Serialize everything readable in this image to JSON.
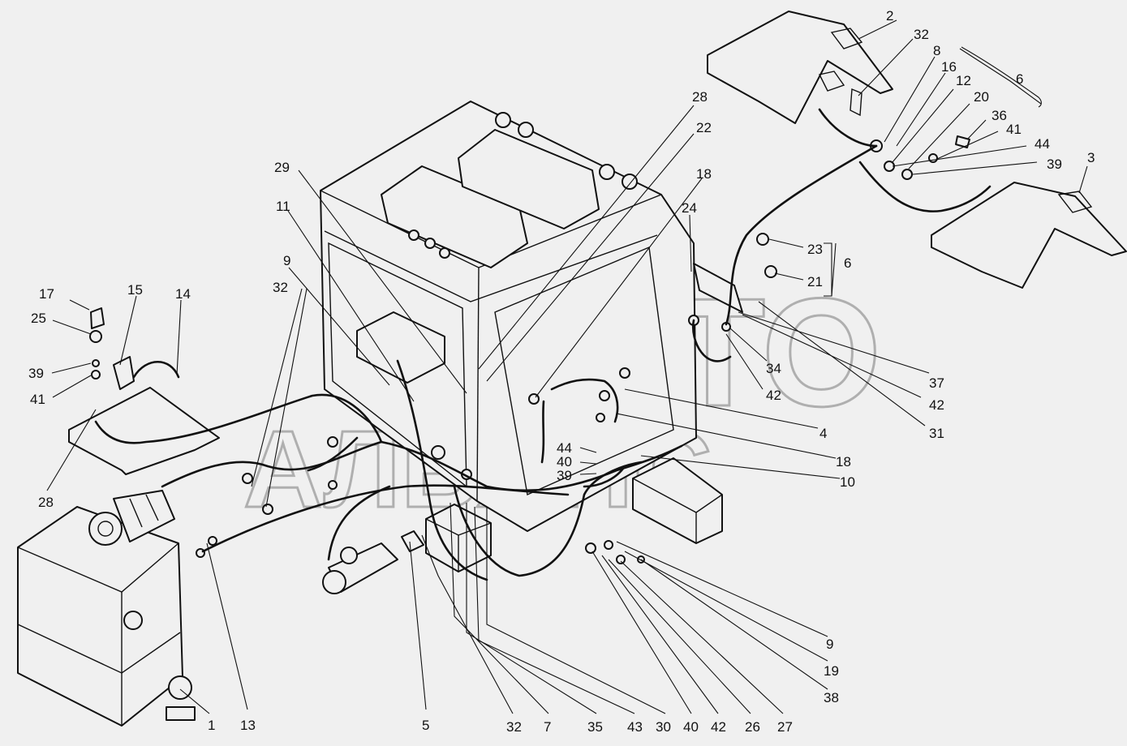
{
  "watermark": {
    "line1": "АВТО",
    "line2": "АЛЬЯНС"
  },
  "colors": {
    "background": "#f0f0f0",
    "ink": "#111111",
    "watermark": "#9a9a9a"
  },
  "callouts": [
    "2",
    "32",
    "8",
    "16",
    "12",
    "20",
    "6",
    "36",
    "41",
    "44",
    "39",
    "3",
    "28",
    "22",
    "29",
    "18",
    "11",
    "24",
    "23",
    "6",
    "21",
    "9",
    "32",
    "17",
    "15",
    "14",
    "25",
    "39",
    "41",
    "34",
    "42",
    "37",
    "42",
    "31",
    "4",
    "18",
    "10",
    "44",
    "40",
    "39",
    "28",
    "9",
    "19",
    "38",
    "1",
    "13",
    "5",
    "32",
    "7",
    "35",
    "43",
    "30",
    "40",
    "42",
    "26",
    "27"
  ]
}
